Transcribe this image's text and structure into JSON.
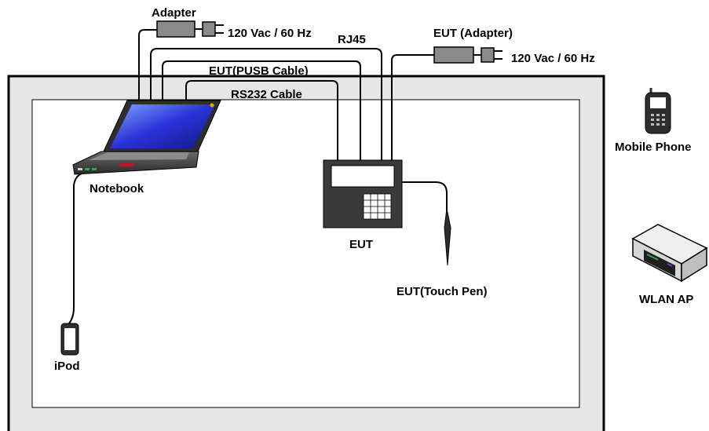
{
  "labels": {
    "adapter": "Adapter",
    "power_left": "120 Vac / 60 Hz",
    "rj45": "RJ45",
    "eut_adapter": "EUT (Adapter)",
    "power_right": "120 Vac / 60 Hz",
    "pusb_cable": "EUT(PUSB Cable)",
    "rs232_cable": "RS232 Cable",
    "notebook": "Notebook",
    "eut": "EUT",
    "touch_pen": "EUT(Touch Pen)",
    "ipod": "iPod",
    "mobile_phone": "Mobile Phone",
    "wlan_ap": "WLAN AP"
  },
  "colors": {
    "outer_frame": "#e6e6e6",
    "device_dark": "#3a3a3a",
    "adapter_gray": "#808080",
    "screen_blue": "#2a32d8",
    "cable": "#000000"
  }
}
